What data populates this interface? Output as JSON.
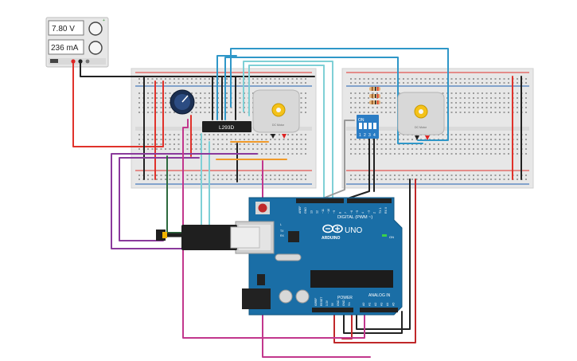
{
  "power_supply": {
    "voltage": "7.80 V",
    "current": "236 mA",
    "button_label": "+"
  },
  "chip": {
    "label": "L293D"
  },
  "dip_switch": {
    "on_label": "ON",
    "numbers": [
      "1",
      "2",
      "3",
      "4"
    ]
  },
  "motors": {
    "label": "DC Motor"
  },
  "arduino": {
    "digital_label": "DIGITAL (PWM ~)",
    "brand": "ARDUINO",
    "model": "UNO",
    "on_label": "ON",
    "power_label": "POWER",
    "analog_label": "ANALOG IN",
    "tx_label": "TX",
    "rx_label": "RX",
    "l_label": "L",
    "digital_pins": [
      "AREF",
      "GND",
      "13",
      "12",
      "~11",
      "~10",
      "~9",
      "8",
      "7",
      "~6",
      "~5",
      "4",
      "~3",
      "2",
      "TX 1",
      "RX 0"
    ],
    "power_pins": [
      "IOREF",
      "RESET",
      "3.3V",
      "5V",
      "GND",
      "GND",
      "Vin"
    ],
    "analog_pins": [
      "A0",
      "A1",
      "A2",
      "A3",
      "A4",
      "A5"
    ]
  },
  "colors": {
    "wire_red": "#e0322b",
    "wire_black": "#222222",
    "wire_blue": "#2f97c8",
    "wire_cyan": "#7fd0d6",
    "wire_purple": "#8a3a9c",
    "wire_magenta": "#c2378d",
    "wire_orange": "#f09a2a",
    "wire_gray": "#9a9a9a",
    "wire_green": "#2d6a3e",
    "arduino_board": "#1a6ea6",
    "breadboard": "#e8e8e8"
  }
}
